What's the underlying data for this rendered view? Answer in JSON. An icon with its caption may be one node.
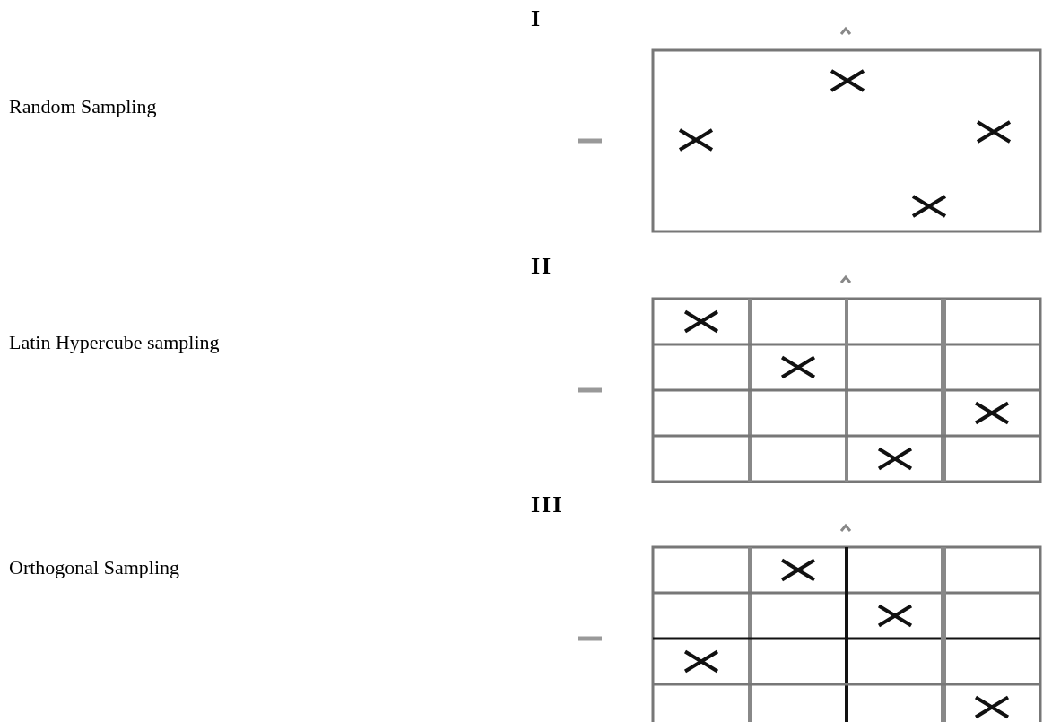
{
  "diagram": {
    "labels": [
      "I",
      "Random Sampling",
      "II",
      "Latin Hypercube sampling",
      "III",
      "Orthogonal Sampling"
    ]
  }
}
